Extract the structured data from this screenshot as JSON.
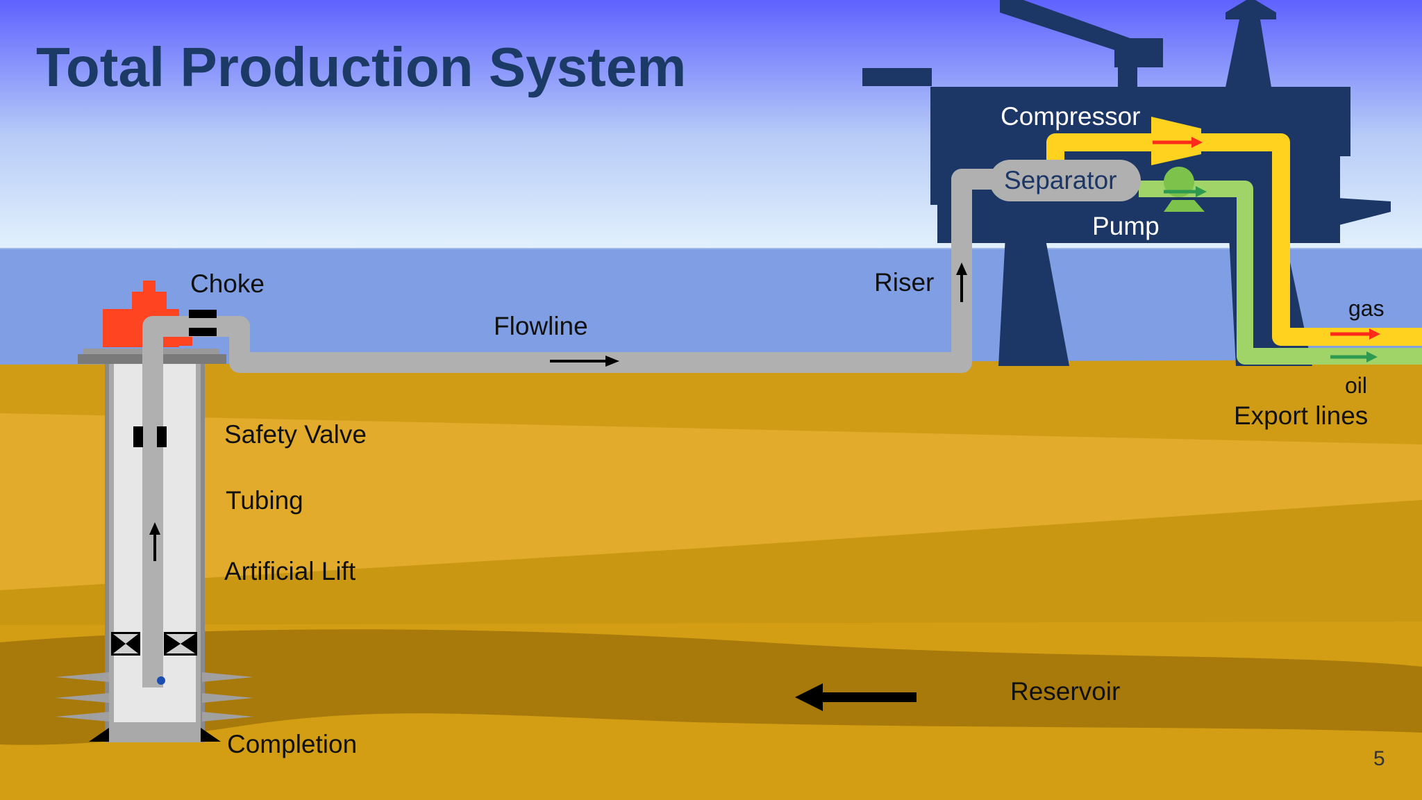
{
  "title": "Total Production System",
  "page_number": "5",
  "labels": {
    "choke": "Choke",
    "flowline": "Flowline",
    "riser": "Riser",
    "compressor": "Compressor",
    "separator": "Separator",
    "pump": "Pump",
    "gas": "gas",
    "oil": "oil",
    "export_lines": "Export lines",
    "safety_valve": "Safety Valve",
    "tubing": "Tubing",
    "artificial_lift": "Artificial Lift",
    "reservoir": "Reservoir",
    "completion": "Completion"
  },
  "colors": {
    "sky_top": "#6060ff",
    "sky_bottom": "#dcecfb",
    "sea": "#7f9ee3",
    "seabed": "#d4a015",
    "reservoir": "#a87a0a",
    "platform": "#1c3766",
    "pipe_gray": "#b0b0b0",
    "gas_line": "#ffd21f",
    "oil_line": "#a0d468",
    "choke": "#ff4020",
    "title": "#1c3a66"
  }
}
